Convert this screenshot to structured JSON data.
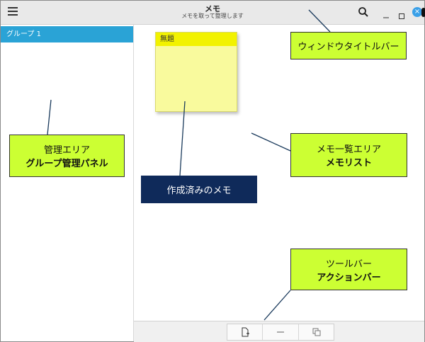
{
  "window": {
    "title": "メモ",
    "subtitle": "メモを取って整理します",
    "close_symbol": "×"
  },
  "sidebar": {
    "groups": [
      {
        "label": "グループ 1",
        "selected": true
      }
    ]
  },
  "memos": [
    {
      "title": "無題",
      "color": "#f9fa9d",
      "header_color": "#f2f200"
    }
  ],
  "action_bar": {
    "buttons": [
      {
        "name": "new-memo",
        "icon": "new-document-icon"
      },
      {
        "name": "delete-memo",
        "icon": "minus-icon"
      },
      {
        "name": "duplicate-memo",
        "icon": "copy-icon"
      }
    ]
  },
  "annotations": {
    "titlebar": {
      "line1": "ウィンドウタイトルバー"
    },
    "sidebar": {
      "line1": "管理エリア",
      "line2": "グループ管理パネル"
    },
    "memo": {
      "line1": "作成済みのメモ"
    },
    "list": {
      "line1": "メモ一覧エリア",
      "line2": "メモリスト"
    },
    "actionbar": {
      "line1": "ツールバー",
      "line2": "アクションバー"
    }
  },
  "colors": {
    "accent": "#2aa3d6",
    "callout": "#ccff33",
    "dark_callout": "#0f2a5a"
  }
}
